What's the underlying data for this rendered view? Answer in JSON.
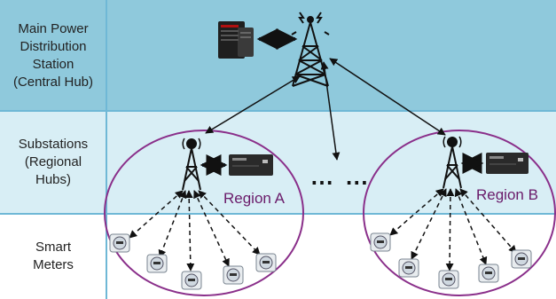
{
  "rows": [
    {
      "label": "Main Power\nDistribution\nStation\n(Central Hub)",
      "band_color": "#8fc9dc"
    },
    {
      "label": "Substations\n(Regional\nHubs)",
      "band_color": "#d8eef5"
    },
    {
      "label": "Smart\nMeters",
      "band_color": "#ffffff"
    }
  ],
  "regions": [
    {
      "label": "Region A"
    },
    {
      "label": "Region B"
    }
  ],
  "ellipsis": "⋯ ⋯",
  "colors": {
    "grid_line": "#6fb8d6",
    "region_outline": "#8a2f8a",
    "region_text": "#6a1b6a",
    "arrow": "#111111",
    "tower": "#111111",
    "server": "#222222",
    "meter_face": "#cfd8e0"
  },
  "icons": [
    "server-tower-icon",
    "transmission-tower-icon",
    "network-box-icon",
    "smart-meter-icon"
  ]
}
